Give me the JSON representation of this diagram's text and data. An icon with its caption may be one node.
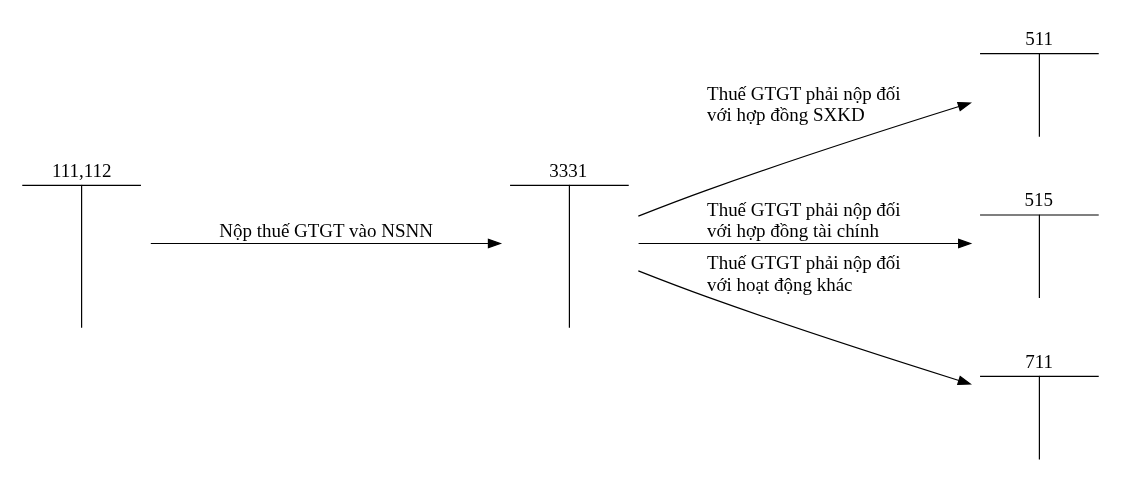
{
  "diagram": {
    "nodes": [
      {
        "text": [
          "111,112"
        ]
      },
      {
        "text": [
          "3331"
        ]
      },
      {
        "text": [
          "511"
        ]
      },
      {
        "text": [
          "515"
        ]
      },
      {
        "text": [
          "711"
        ]
      }
    ],
    "edges": [
      {
        "from": 0,
        "to": 1,
        "arrow": "to",
        "label": "Nộp thuế GTGT vào NSNN"
      },
      {
        "from": 1,
        "to": 2,
        "arrow": "to",
        "label": "Thuế GTGT phải nộp đối với hợp đồng SXKD"
      },
      {
        "from": 1,
        "to": 3,
        "arrow": "to",
        "label": "Thuế GTGT phải nộp đối với hợp đồng tài chính"
      },
      {
        "from": 1,
        "to": 4,
        "arrow": "to",
        "label": "Thuế GTGT phải nộp đối với hoạt động khác"
      }
    ]
  }
}
